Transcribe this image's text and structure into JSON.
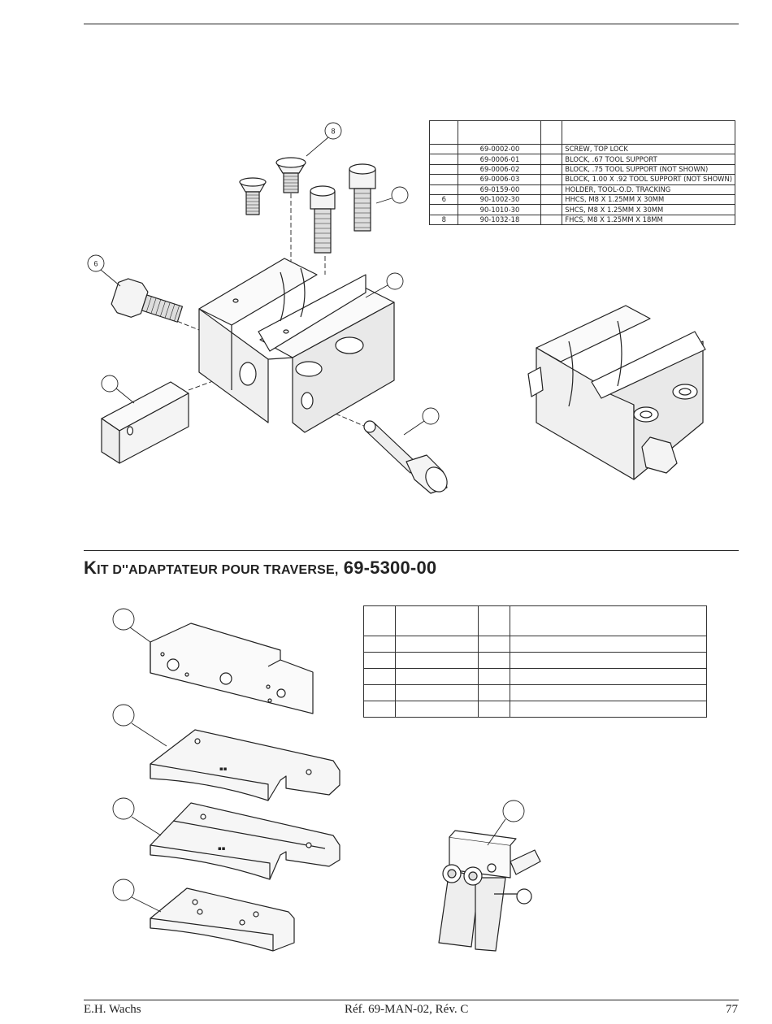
{
  "parts_list_top": {
    "rows": [
      {
        "item": "",
        "part_number": "69-0002-00",
        "qty": "",
        "description": "SCREW, TOP LOCK"
      },
      {
        "item": "",
        "part_number": "69-0006-01",
        "qty": "",
        "description": "BLOCK, .67 TOOL SUPPORT"
      },
      {
        "item": "",
        "part_number": "69-0006-02",
        "qty": "",
        "description": "BLOCK, .75 TOOL SUPPORT (NOT SHOWN)"
      },
      {
        "item": "",
        "part_number": "69-0006-03",
        "qty": "",
        "description": "BLOCK, 1.00 X .92 TOOL SUPPORT (NOT SHOWN)"
      },
      {
        "item": "",
        "part_number": "69-0159-00",
        "qty": "",
        "description": "HOLDER, TOOL-O.D. TRACKING"
      },
      {
        "item": "6",
        "part_number": "90-1002-30",
        "qty": "",
        "description": "HHCS, M8 X 1.25MM X 30MM"
      },
      {
        "item": "",
        "part_number": "90-1010-30",
        "qty": "",
        "description": "SHCS, M8 X 1.25MM X 30MM"
      },
      {
        "item": "8",
        "part_number": "90-1032-18",
        "qty": "",
        "description": "FHCS, M8 X 1.25MM X 18MM"
      }
    ]
  },
  "callouts_top": {
    "screw_8": "8",
    "bolt_6": "6"
  },
  "section": {
    "title_first_letter": "K",
    "title_small_caps": "IT D''ADAPTATEUR POUR TRAVERSE,",
    "title_part_number": " 69-5300-00"
  },
  "parts_list_bottom": {
    "row_count": 5
  },
  "footer": {
    "left": "E.H. Wachs",
    "center": "Réf. 69-MAN-02, Rév. C",
    "right": "77"
  }
}
